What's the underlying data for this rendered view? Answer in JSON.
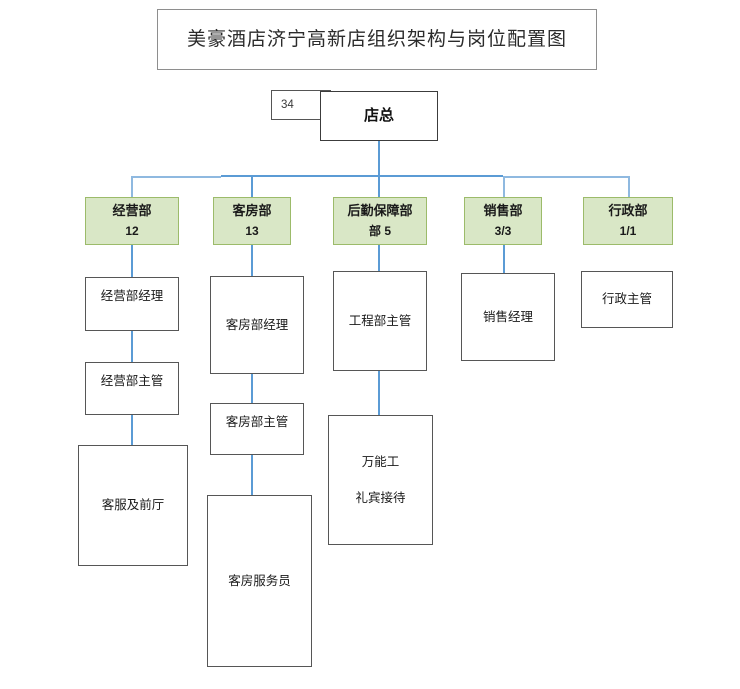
{
  "title": {
    "text": "美豪酒店济宁高新店组织架构与岗位配置图"
  },
  "root": {
    "badge": "34",
    "label": "店总"
  },
  "departments": [
    {
      "name": "经营部",
      "count": "12"
    },
    {
      "name": "客房部",
      "count": "13"
    },
    {
      "name": "后勤保障部",
      "count": "部 5"
    },
    {
      "name": "销售部",
      "count": "3/3"
    },
    {
      "name": "行政部",
      "count": "1/1"
    }
  ],
  "columns": [
    {
      "department": "经营部",
      "roles": [
        {
          "lines": [
            "经营部经理"
          ]
        },
        {
          "lines": [
            "经营部主管"
          ]
        },
        {
          "lines": [
            "客服及前厅"
          ]
        }
      ]
    },
    {
      "department": "客房部",
      "roles": [
        {
          "lines": [
            "客房部经理"
          ]
        },
        {
          "lines": [
            "客房部主管"
          ]
        },
        {
          "lines": [
            "客房服务员"
          ]
        }
      ]
    },
    {
      "department": "后勤保障部",
      "roles": [
        {
          "lines": [
            "工程部主管"
          ]
        },
        {
          "lines": [
            "万能工",
            "礼宾接待"
          ]
        }
      ]
    },
    {
      "department": "销售部",
      "roles": [
        {
          "lines": [
            "销售经理"
          ]
        }
      ]
    },
    {
      "department": "行政部",
      "roles": [
        {
          "lines": [
            "行政主管"
          ]
        }
      ]
    }
  ],
  "colors": {
    "dept_fill": "#d9e7c6",
    "dept_border": "#9cbb6a",
    "connector": "#5b9bd5",
    "connector_light": "#8fb9e0",
    "node_border": "#565656",
    "title_border": "#8e8e8e"
  }
}
